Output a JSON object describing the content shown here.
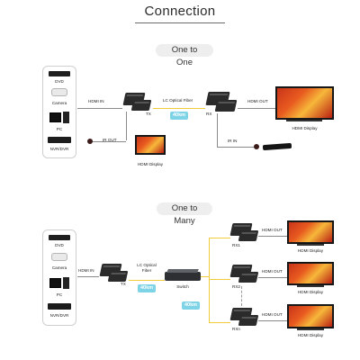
{
  "header": {
    "title": "Connection"
  },
  "one_to_one": {
    "pill": "One to One",
    "sources": [
      "DVD",
      "Camera",
      "PC",
      "NVR/DVR"
    ],
    "hdmi_in": "HDMI IN",
    "tx": "TX",
    "fiber": "LC Optical Fiber",
    "distance": "40km",
    "rx": "RX",
    "hdmi_out": "HDMI OUT",
    "hdmi_display_right": "HDMI Display",
    "ir_out": "IR OUT",
    "hdmi_display_local": "HDMI Display",
    "ir_in": "IR IN"
  },
  "one_to_many": {
    "pill": "One to Many",
    "sources": [
      "DVD",
      "Camera",
      "PC",
      "NVR/DVR"
    ],
    "hdmi_in": "HDMI IN",
    "tx": "TX",
    "fiber": "LC Optical Fiber",
    "distance_1": "40km",
    "switch": "Switch",
    "distance_2": "40km",
    "receivers": [
      {
        "rx": "RX1",
        "hdmi_out": "HDMI OUT",
        "display": "HDMI Display"
      },
      {
        "rx": "RX2",
        "hdmi_out": "HDMI OUT",
        "display": "HDMI Display"
      },
      {
        "rx": "RXn",
        "hdmi_out": "HDMI OUT",
        "display": "HDMI Display"
      }
    ]
  },
  "colors": {
    "fiber_line": "#f1cc3a",
    "distance_badge": "#7fd3e6",
    "pill_bg": "#eeeeee"
  }
}
